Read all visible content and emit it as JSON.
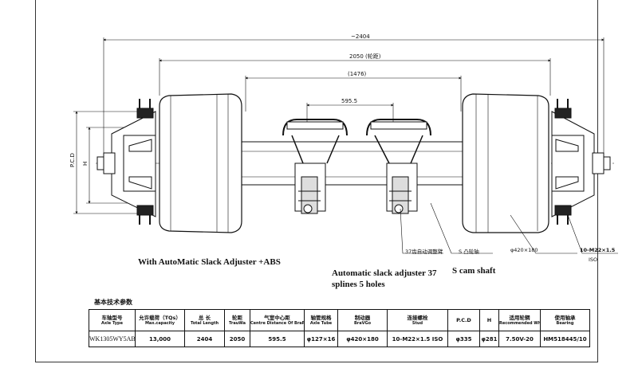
{
  "dimensions": {
    "overall_length": "~2404",
    "track": "2050 (轮距)",
    "inner_span": "(1476)",
    "brake_centre": "595.5",
    "pcd_label": "P.C.D",
    "h_label": "H"
  },
  "callouts": {
    "slack_adjuster_cn": "37齿自动调整臂",
    "s_cam_cn": "S 凸轮轴",
    "drum_size": "φ420×180",
    "stud": "10-M22×1.5",
    "stud_std": "ISO"
  },
  "notes": {
    "abs": "With AutoMatic Slack Adjuster +ABS",
    "slack_adjuster": "Automatic slack adjuster 37\nsplines 5 holes",
    "s_cam": "S cam shaft"
  },
  "specs": {
    "title": "基本技术参数",
    "columns": [
      {
        "cn": "车轴型号",
        "en": "Axle Type"
      },
      {
        "cn": "允许载荷（TQs）",
        "en": "Max.capacity"
      },
      {
        "cn": "总 长",
        "en": "Total Length"
      },
      {
        "cn": "轮距",
        "en": "TrauWa"
      },
      {
        "cn": "气室中心距",
        "en": "Centre Distance Of BraRUm Chamber"
      },
      {
        "cn": "轴管规格",
        "en": "Axle Tube"
      },
      {
        "cn": "制动器",
        "en": "BraVGo"
      },
      {
        "cn": "连接螺栓",
        "en": "Stud"
      },
      {
        "cn": "",
        "en": "P.C.D"
      },
      {
        "cn": "",
        "en": "H"
      },
      {
        "cn": "适用轮辋",
        "en": "Recommended Wheel"
      },
      {
        "cn": "使用轴承",
        "en": "Bearing"
      }
    ],
    "row": [
      "WK1305WY5AB",
      "13,000",
      "2404",
      "2050",
      "595.5",
      "φ127×16",
      "φ420×180",
      "10-M22×1.5 ISO",
      "φ335",
      "φ281",
      "7.50V-20",
      "HM518445/10"
    ]
  }
}
